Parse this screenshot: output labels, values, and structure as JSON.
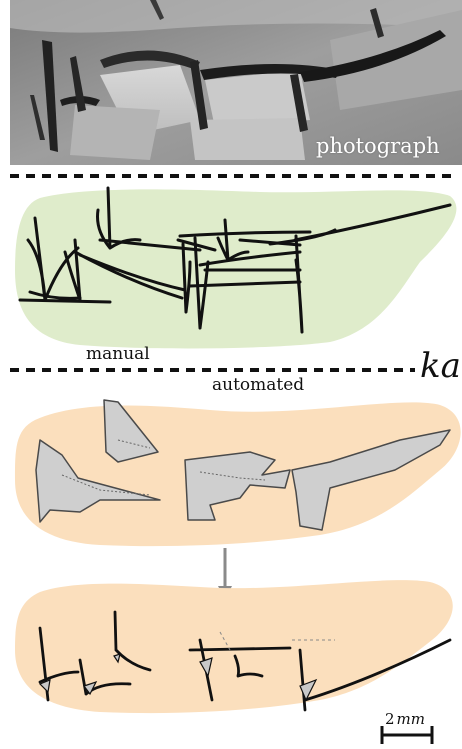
{
  "labels": {
    "photograph": "photograph",
    "manual": "manual",
    "automated": "automated",
    "sign_name": "ka",
    "scale_value": "2",
    "scale_unit": "mm"
  },
  "colors": {
    "manual_region": "#dfeccb",
    "automated_region": "#fbdfbd",
    "segment_fill": "#cfcfcf",
    "arrow": "#8a8a8a",
    "stroke": "#111111"
  }
}
